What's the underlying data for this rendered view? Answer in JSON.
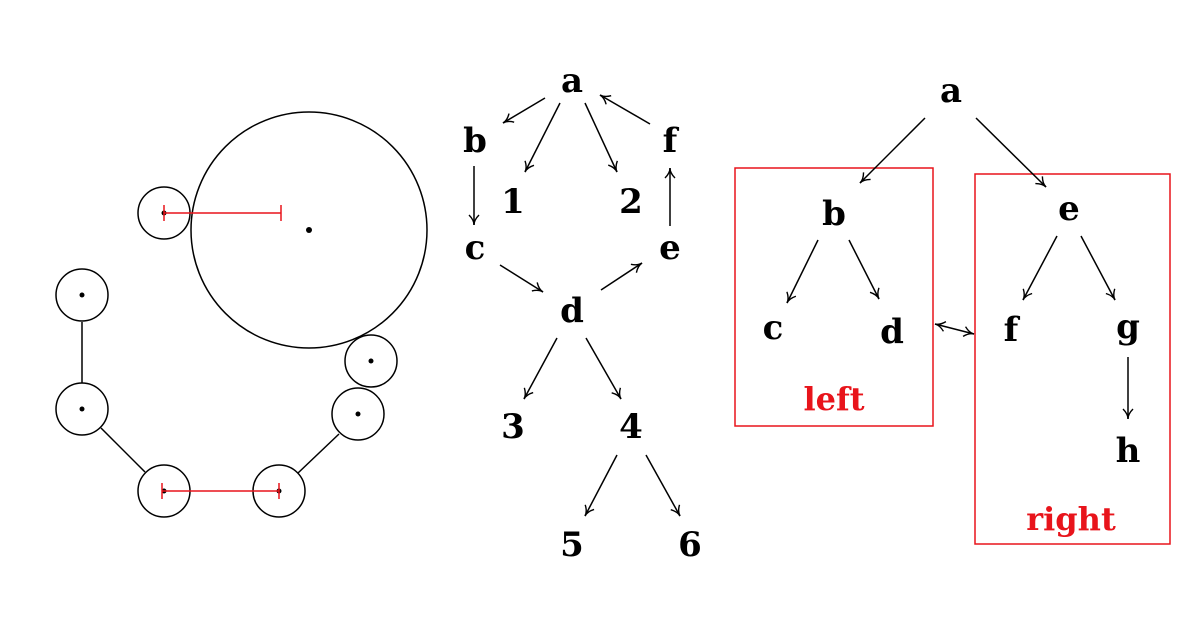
{
  "colors": {
    "ink": "#000000",
    "accent_red": "#e8141b",
    "background": "#ffffff"
  },
  "middle_graph": {
    "nodes": [
      "a",
      "b",
      "1",
      "2",
      "f",
      "c",
      "e",
      "d",
      "3",
      "4",
      "5",
      "6"
    ],
    "edges": [
      [
        "a",
        "b"
      ],
      [
        "a",
        "1"
      ],
      [
        "a",
        "2"
      ],
      [
        "f",
        "a"
      ],
      [
        "b",
        "c"
      ],
      [
        "e",
        "f"
      ],
      [
        "c",
        "d"
      ],
      [
        "d",
        "e"
      ],
      [
        "d",
        "3"
      ],
      [
        "d",
        "4"
      ],
      [
        "4",
        "5"
      ],
      [
        "4",
        "6"
      ]
    ]
  },
  "right_tree": {
    "nodes": [
      "a",
      "b",
      "c",
      "d",
      "e",
      "f",
      "g",
      "h"
    ],
    "edges": [
      [
        "a",
        "b"
      ],
      [
        "a",
        "e"
      ],
      [
        "b",
        "c"
      ],
      [
        "b",
        "d"
      ],
      [
        "e",
        "f"
      ],
      [
        "e",
        "g"
      ],
      [
        "g",
        "h"
      ]
    ],
    "links": [
      [
        "d",
        "f"
      ]
    ],
    "boxes": [
      {
        "label": "left"
      },
      {
        "label": "right"
      }
    ]
  }
}
